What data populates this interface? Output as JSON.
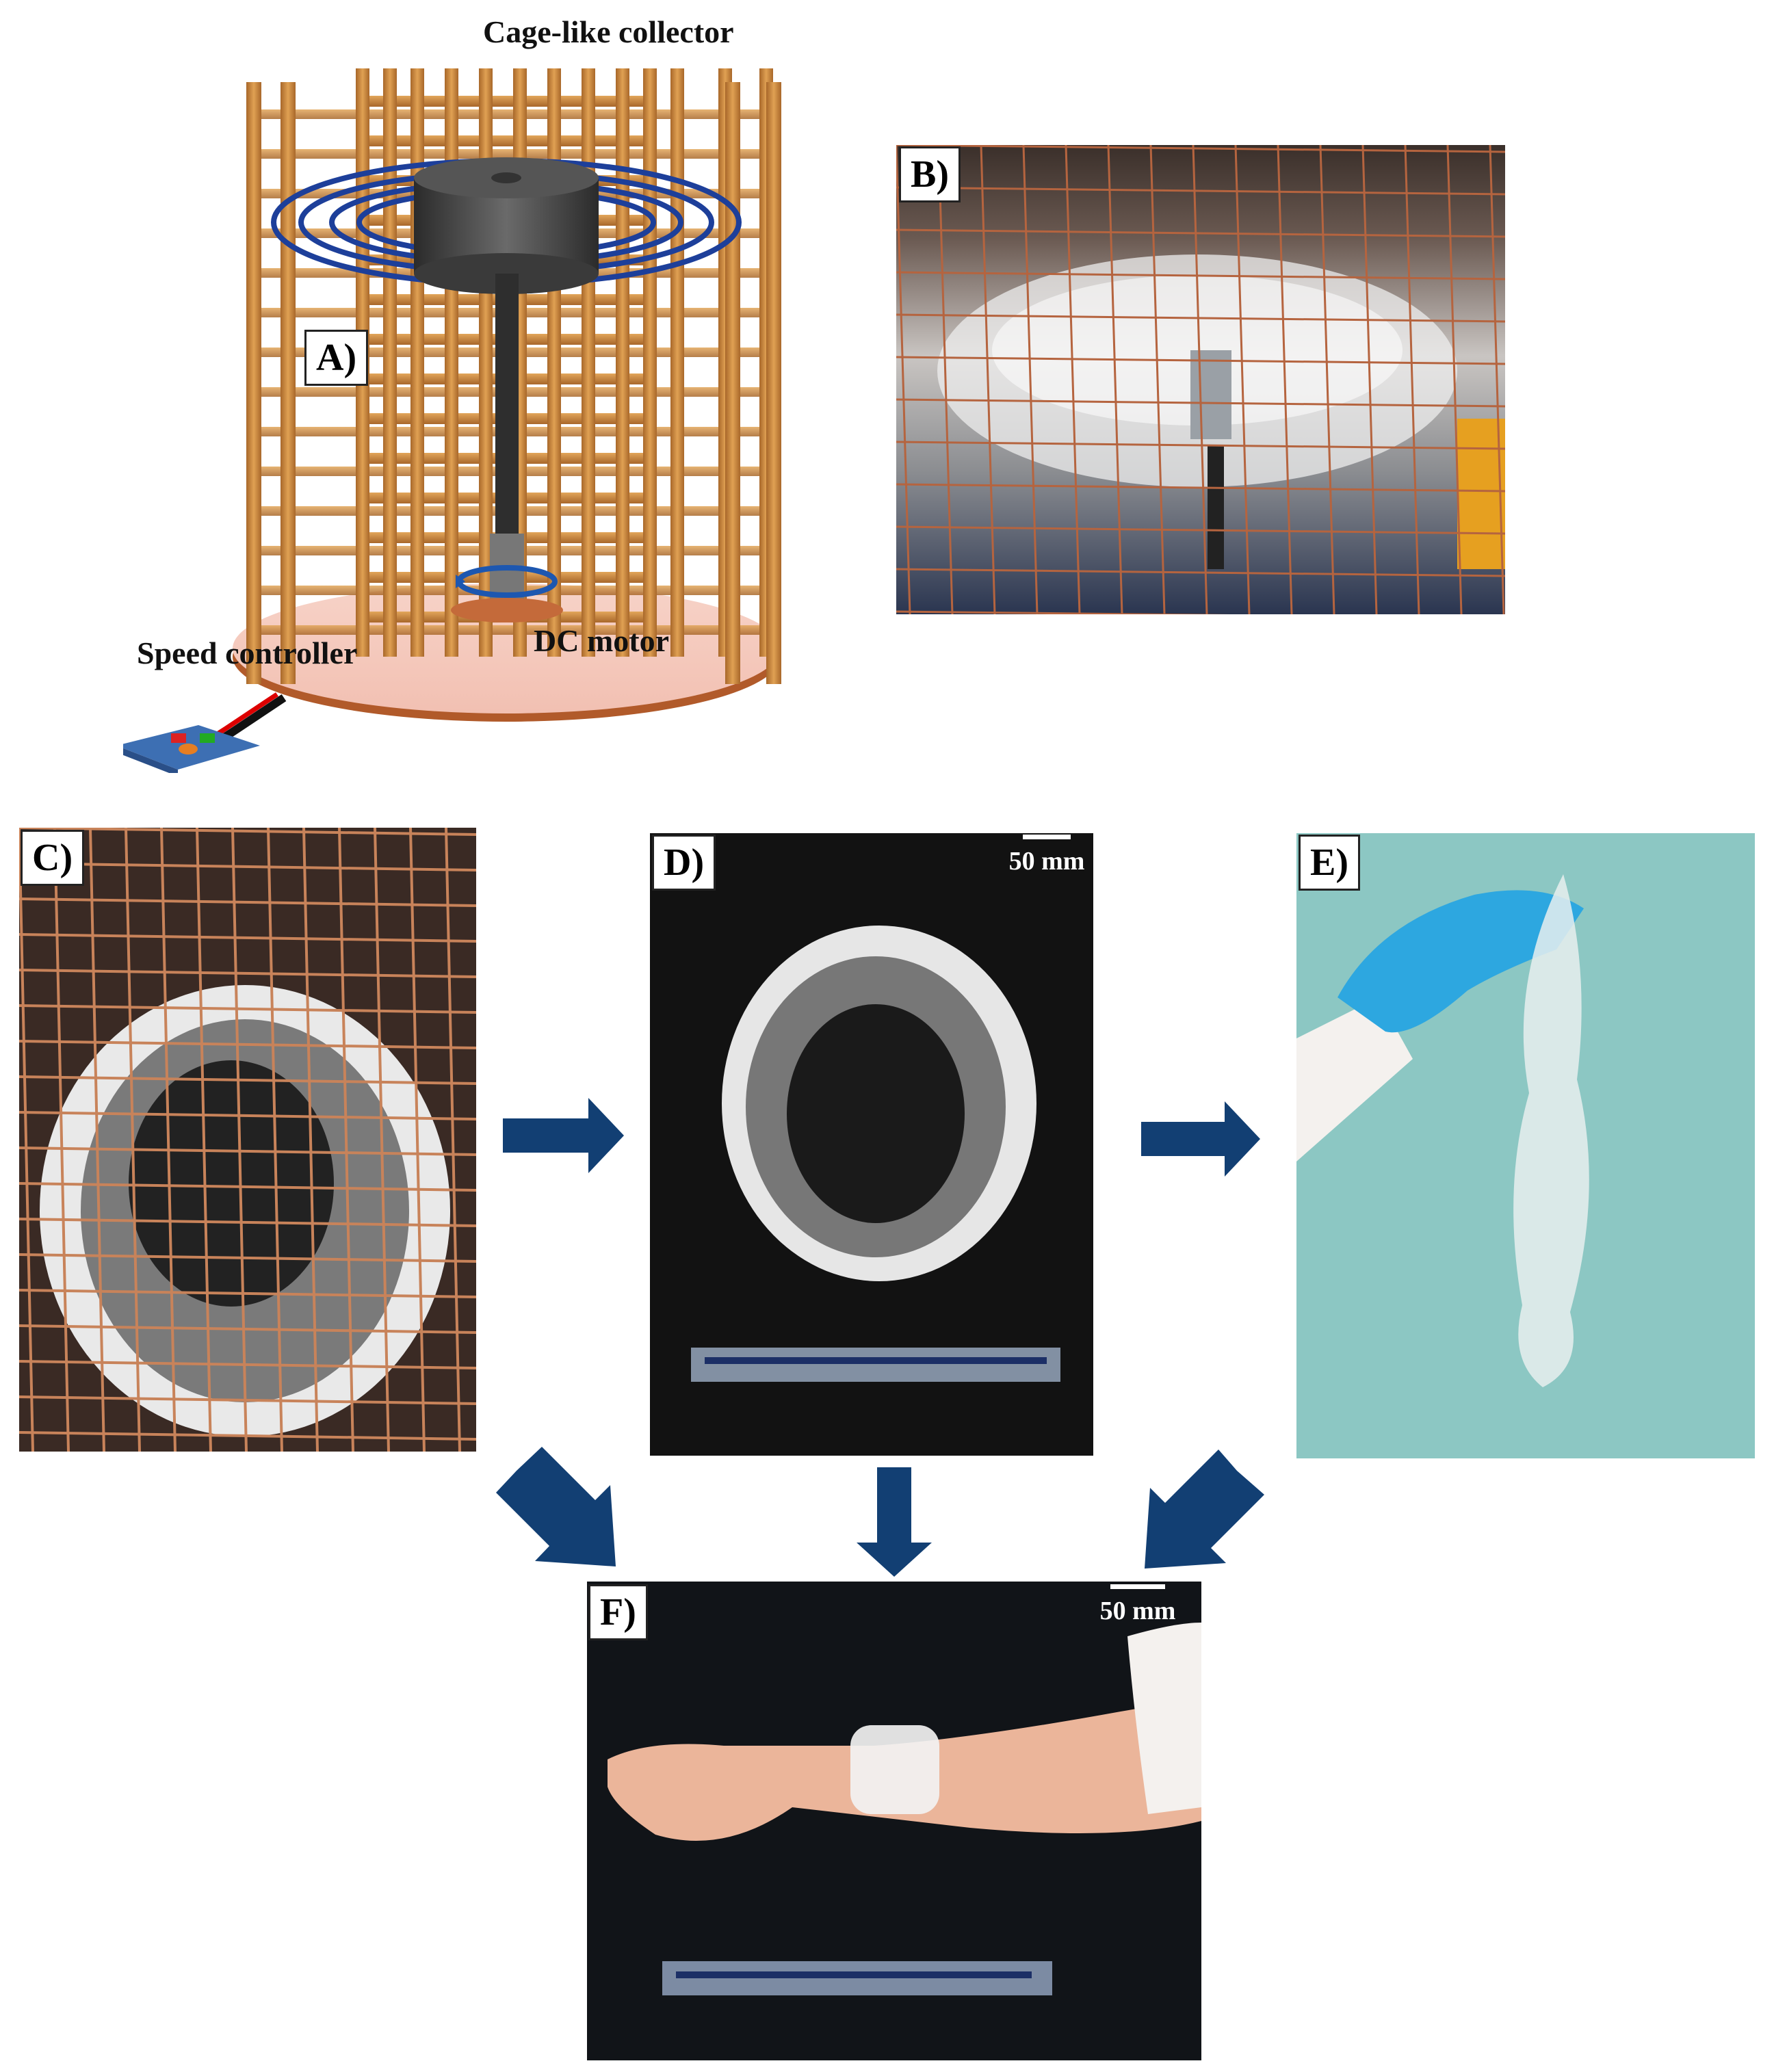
{
  "panel_a": {
    "label": "A)",
    "title": "Cage-like collector",
    "motor_label": "DC motor",
    "controller_label": "Speed controller"
  },
  "panel_b": {
    "label": "B)"
  },
  "panel_c": {
    "label": "C)"
  },
  "panel_d": {
    "label": "D)",
    "scale_label": "50 mm"
  },
  "panel_e": {
    "label": "E)"
  },
  "panel_f": {
    "label": "F)",
    "scale_label": "50 mm"
  },
  "colors": {
    "arrow": "#123f73",
    "cage": "#c98a3c",
    "wire": "#b5643f",
    "rings": "#1d3f9a"
  }
}
